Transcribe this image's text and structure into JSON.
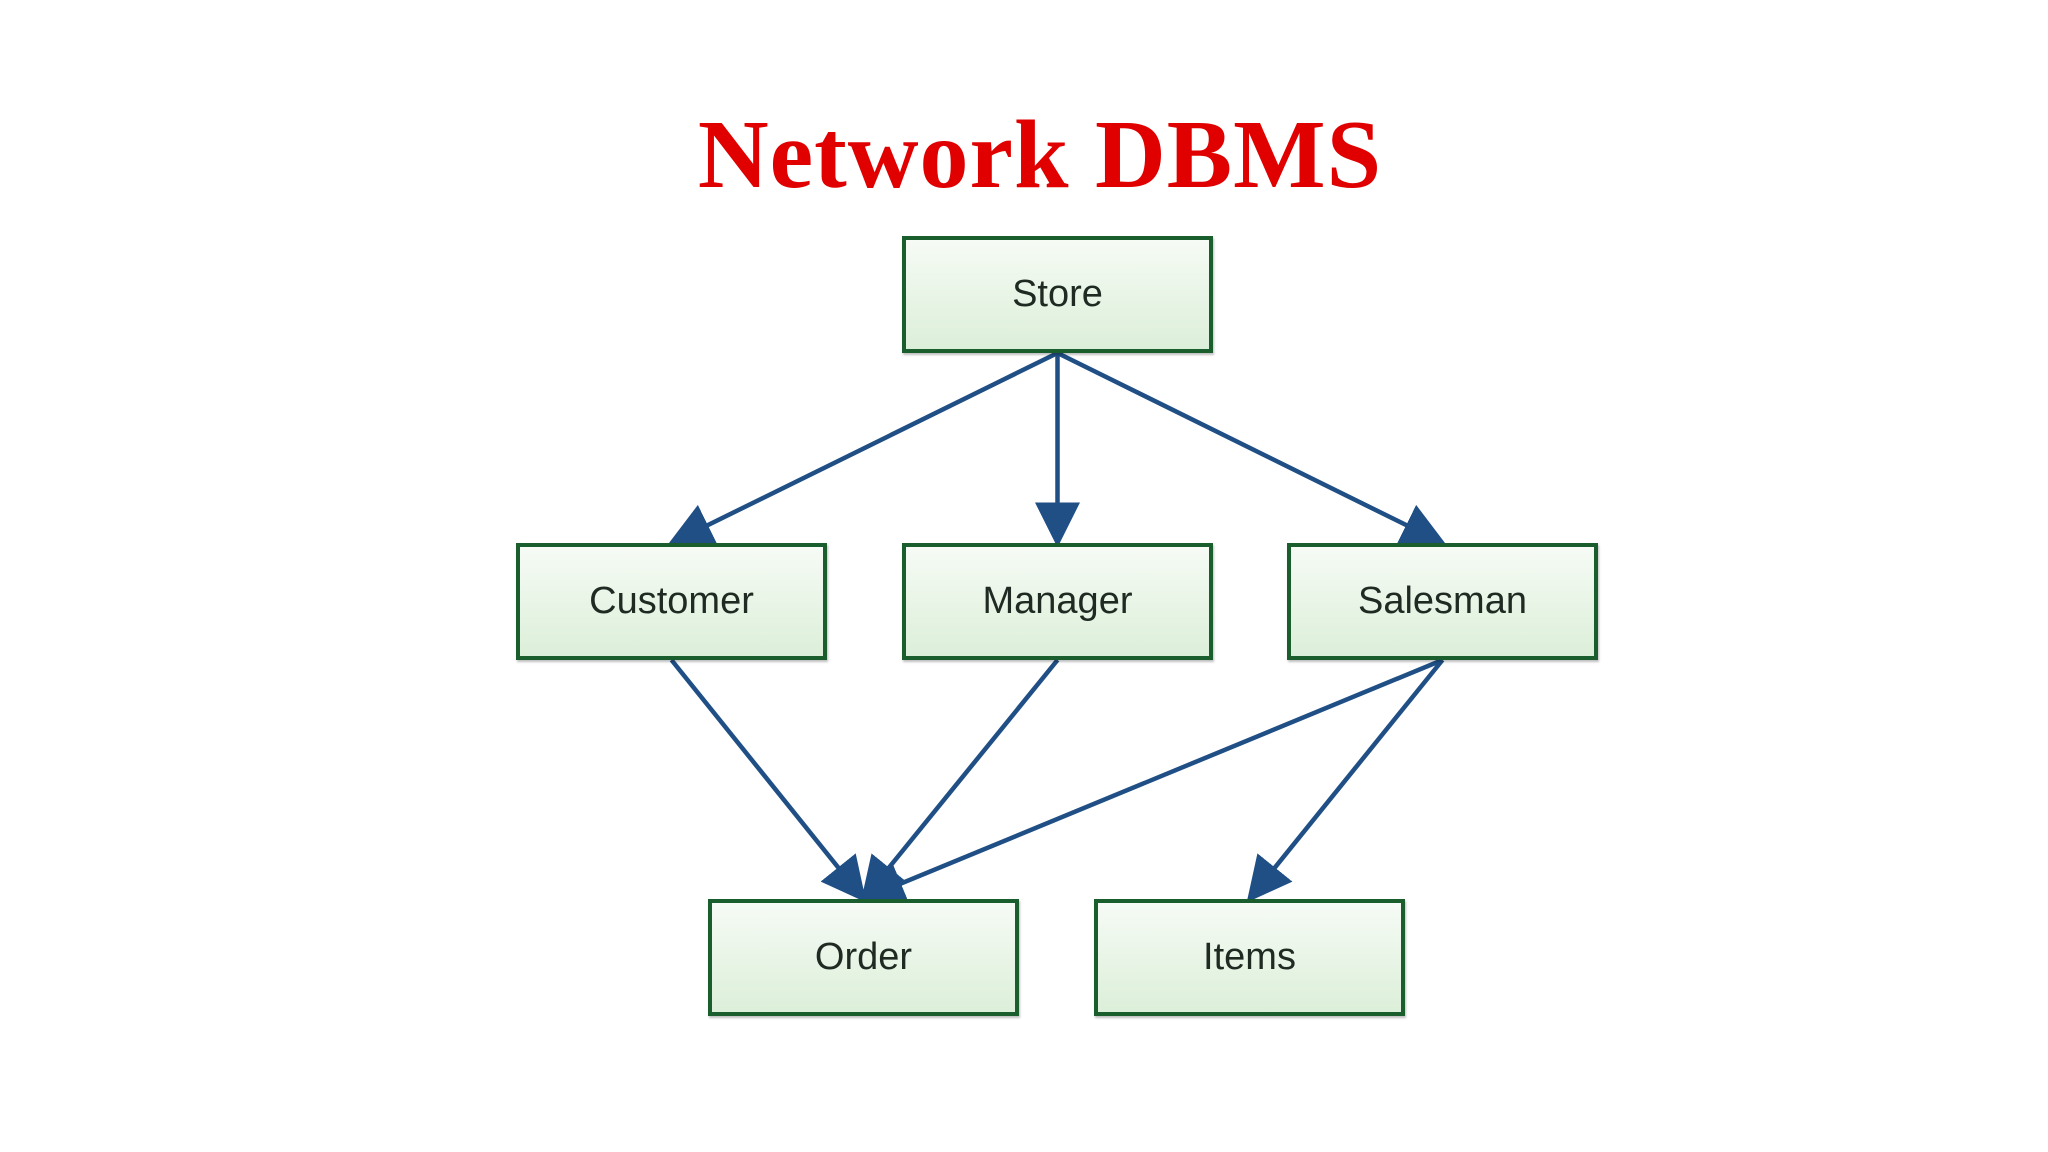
{
  "title": "Network DBMS",
  "colors": {
    "title": "#e00000",
    "edge": "#1f4f85",
    "node_border": "#1b5e2e",
    "node_fill_top": "#f6fbf5",
    "node_fill_bottom": "#dcefd9"
  },
  "nodes": {
    "store": "Store",
    "customer": "Customer",
    "manager": "Manager",
    "salesman": "Salesman",
    "order": "Order",
    "items": "Items"
  },
  "edges": [
    {
      "from": "store",
      "to": "customer"
    },
    {
      "from": "store",
      "to": "manager"
    },
    {
      "from": "store",
      "to": "salesman"
    },
    {
      "from": "customer",
      "to": "order"
    },
    {
      "from": "manager",
      "to": "order"
    },
    {
      "from": "salesman",
      "to": "order"
    },
    {
      "from": "salesman",
      "to": "items"
    }
  ]
}
